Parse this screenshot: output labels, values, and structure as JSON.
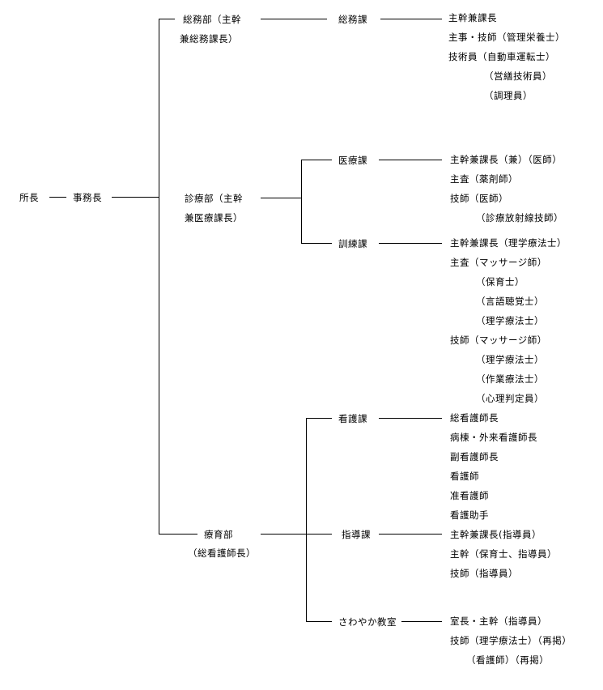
{
  "org": {
    "director": "所長",
    "secretary_general": "事務長",
    "depts": [
      {
        "line1": "総務部（主幹",
        "line2": "兼総務課長）"
      },
      {
        "line1": "診療部（主幹",
        "line2": "兼医療課長）"
      },
      {
        "line1": "療育部",
        "line2": "（総看護師長）"
      }
    ],
    "sections": [
      {
        "label": "総務課"
      },
      {
        "label": "医療課"
      },
      {
        "label": "訓練課"
      },
      {
        "label": "看護課"
      },
      {
        "label": "指導課"
      },
      {
        "label": "さわやか教室"
      }
    ],
    "staff": [
      [
        "主幹兼課長",
        "主事・技師（管理栄養士）",
        "技術員（自動車運転士）",
        "（営繕技術員）",
        "（調理員）"
      ],
      [
        "主幹兼課長（兼）（医師）",
        "主査（薬剤師）",
        "技師（医師）",
        "（診療放射線技師）"
      ],
      [
        "主幹兼課長（理学療法士）",
        "主査（マッサージ師）",
        "（保育士）",
        "（言語聴覚士）",
        "（理学療法士）",
        "技師（マッサージ師）",
        "（理学療法士）",
        "（作業療法士）",
        "（心理判定員）"
      ],
      [
        "総看護師長",
        "病棟・外来看護師長",
        "副看護師長",
        "看護師",
        "准看護師",
        "看護助手"
      ],
      [
        "主幹兼課長(指導員）",
        "主幹（保育士、指導員）",
        "技師（指導員）"
      ],
      [
        "室長・主幹（指導員）",
        "技師（理学療法士）（再掲）",
        "（看護師）（再掲）"
      ]
    ]
  }
}
